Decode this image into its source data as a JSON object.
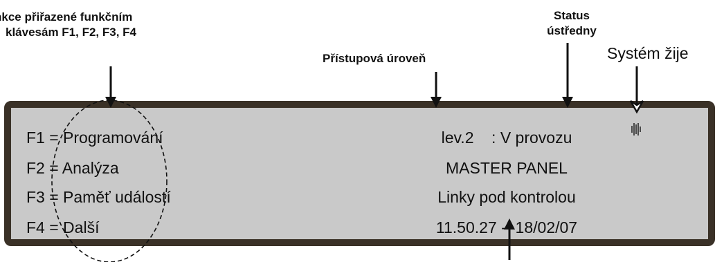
{
  "annotations": {
    "function_keys": [
      "nkce přiřazené funkčním",
      "klávesám F1, F2, F3, F4"
    ],
    "access_level": "Přístupová úroveň",
    "panel_status": [
      "Status",
      "ústředny"
    ],
    "system_alive": "Systém žije"
  },
  "panel": {
    "function_keys": [
      "F1 = Programování",
      "F2 = Analýza",
      "F3 = Paměť událostí",
      "F4 = Další"
    ],
    "status_lines": [
      "lev.2    : V provozu",
      "MASTER PANEL",
      "Linky pod kontrolou",
      "11.50.27 -  18/02/07"
    ],
    "heartbeat_icon": "heartbeat-icon"
  },
  "colors": {
    "panel_frame": "#3a3127",
    "panel_screen": "#c9c9c9"
  }
}
